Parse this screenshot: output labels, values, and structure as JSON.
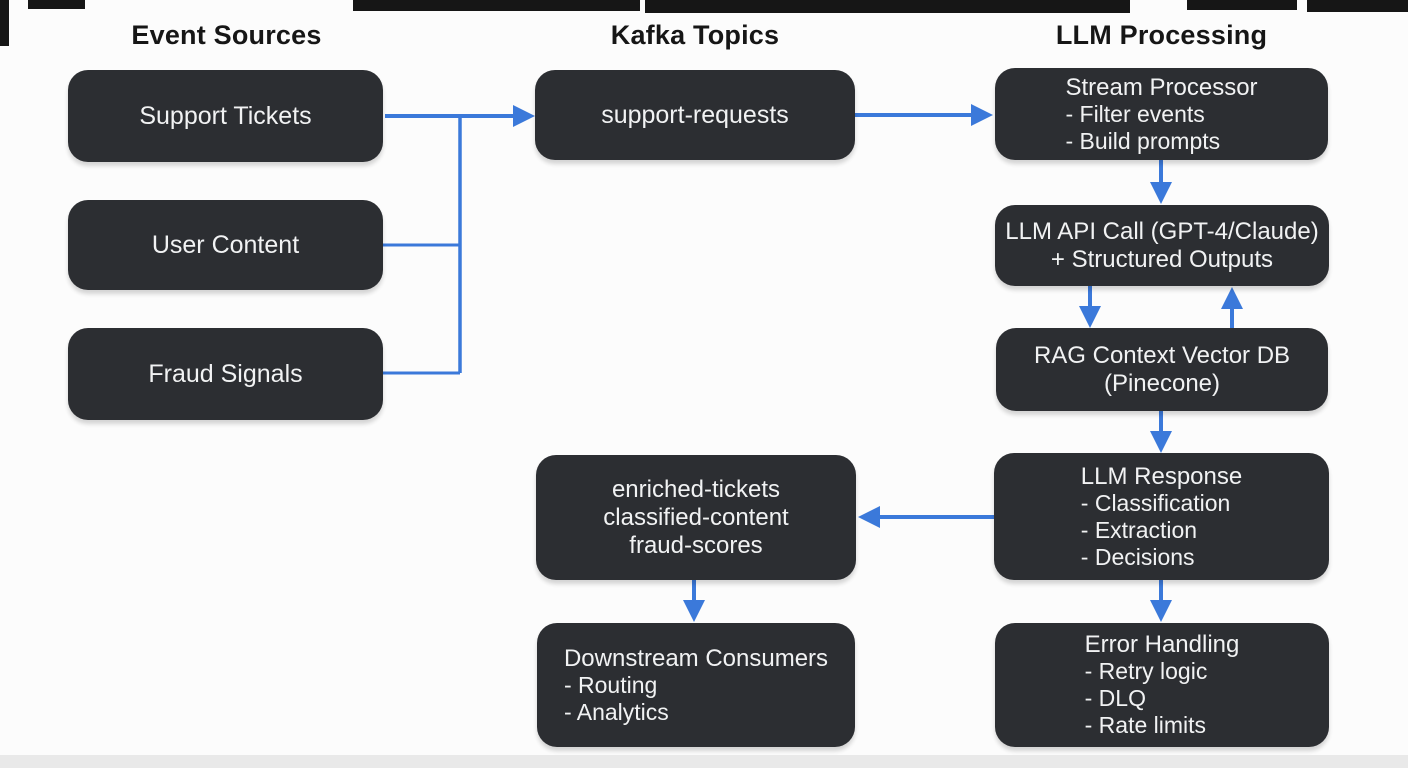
{
  "columns": [
    {
      "title": "Event Sources"
    },
    {
      "title": "Kafka Topics"
    },
    {
      "title": "LLM Processing"
    }
  ],
  "nodes": {
    "support_tickets": {
      "title": "Support Tickets"
    },
    "user_content": {
      "title": "User Content"
    },
    "fraud_signals": {
      "title": "Fraud Signals"
    },
    "support_requests": {
      "title": "support-requests"
    },
    "enriched_topics": {
      "lines": [
        "enriched-tickets",
        "classified-content",
        "fraud-scores"
      ]
    },
    "downstream_consumers": {
      "title": "Downstream Consumers",
      "bullets": [
        "- Routing",
        "- Analytics"
      ]
    },
    "stream_processor": {
      "title": "Stream Processor",
      "bullets": [
        "- Filter events",
        "- Build prompts"
      ]
    },
    "llm_api_call": {
      "lines": [
        "LLM API Call (GPT-4/Claude)",
        "+ Structured Outputs"
      ]
    },
    "rag_context": {
      "lines": [
        "RAG Context Vector DB",
        "(Pinecone)"
      ]
    },
    "llm_response": {
      "title": "LLM Response",
      "bullets": [
        "- Classification",
        "- Extraction",
        "- Decisions"
      ]
    },
    "error_handling": {
      "title": "Error Handling",
      "bullets": [
        "- Retry logic",
        "- DLQ",
        "- Rate limits"
      ]
    }
  },
  "colors": {
    "background": "#fcfcfc",
    "box": "#2c2e32",
    "box_text": "#f1f2f3",
    "heading": "#161616",
    "arrow": "#3b79da",
    "edge_artifact": "#161616",
    "bottom_band": "#e9e9e9"
  }
}
